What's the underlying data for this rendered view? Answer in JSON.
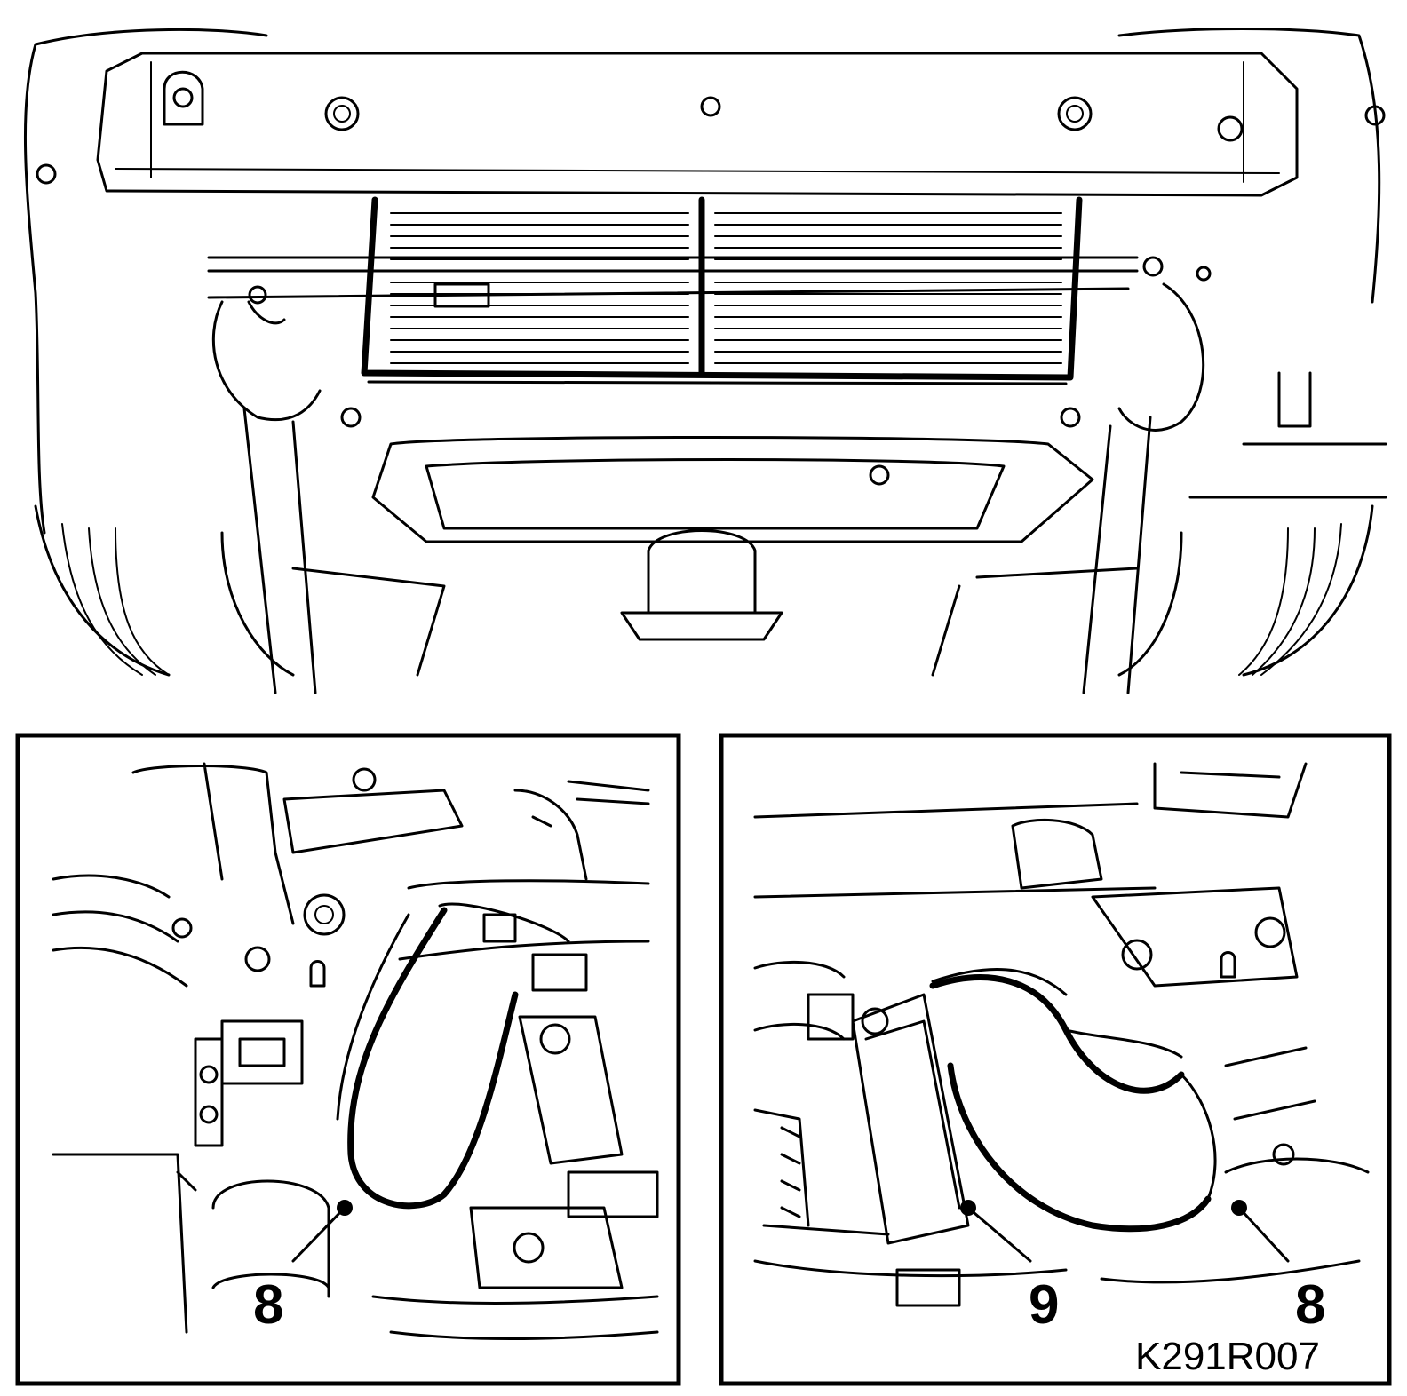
{
  "reference_code": "K291R007",
  "callouts": {
    "left_inset": [
      "8"
    ],
    "right_inset": [
      "9",
      "8"
    ]
  },
  "colors": {
    "line": "#000000",
    "background": "#ffffff"
  }
}
